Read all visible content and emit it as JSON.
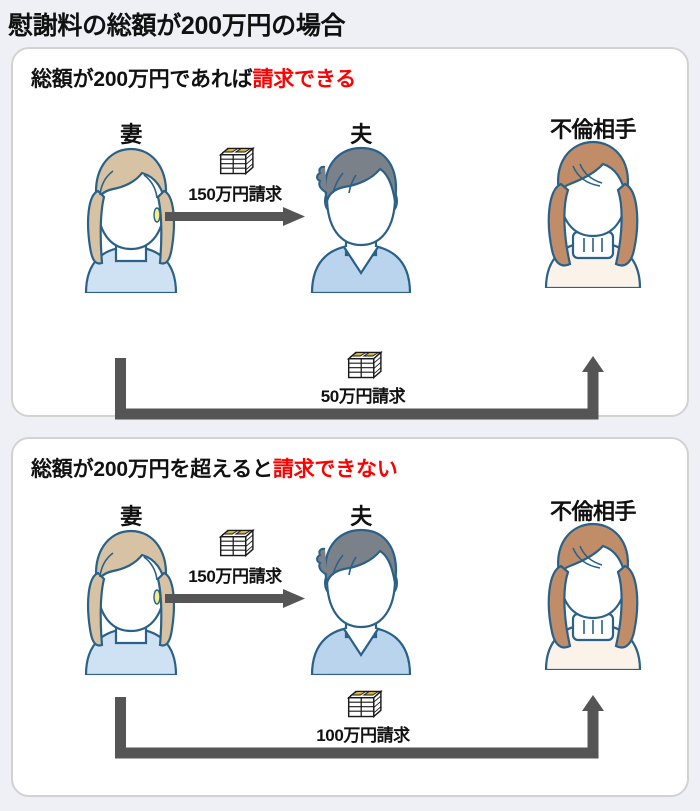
{
  "title": "慰謝料の総額が200万円の場合",
  "colors": {
    "background": "#eef0f5",
    "panel_bg": "#ffffff",
    "panel_border": "#d2d2d2",
    "text": "#111111",
    "highlight": "#ff0000",
    "arrow": "#555555",
    "wife_hair": "#d7c3a3",
    "husband_hair": "#7b8189",
    "partner_hair": "#c08d68",
    "wife_top": "#cfe2f3",
    "husband_top": "#b9d4ec",
    "partner_top": "#fbf2e9",
    "outline": "#2a6189",
    "money_band": "#d6b33c"
  },
  "panels": [
    {
      "id": "panel-1",
      "heading_normal": "総額が200万円であれば",
      "heading_highlight": "請求できる",
      "people": [
        {
          "label": "妻",
          "role": "wife",
          "icon": "wife-avatar-icon"
        },
        {
          "label": "夫",
          "role": "husband",
          "icon": "husband-avatar-icon"
        },
        {
          "label": "不倫相手",
          "role": "affair-partner",
          "icon": "affair-partner-avatar-icon"
        }
      ],
      "flows": [
        {
          "type": "horizontal",
          "from": "妻",
          "to": "夫",
          "label": "150万円請求",
          "money_icon": "money-stack-icon"
        },
        {
          "type": "u-shaped",
          "from": "妻",
          "to": "不倫相手",
          "label": "50万円請求",
          "money_icon": "money-stack-icon"
        }
      ]
    },
    {
      "id": "panel-2",
      "heading_normal": "総額が200万円を超えると",
      "heading_highlight": "請求できない",
      "people": [
        {
          "label": "妻",
          "role": "wife",
          "icon": "wife-avatar-icon"
        },
        {
          "label": "夫",
          "role": "husband",
          "icon": "husband-avatar-icon"
        },
        {
          "label": "不倫相手",
          "role": "affair-partner",
          "icon": "affair-partner-avatar-icon"
        }
      ],
      "flows": [
        {
          "type": "horizontal",
          "from": "妻",
          "to": "夫",
          "label": "150万円請求",
          "money_icon": "money-stack-icon"
        },
        {
          "type": "u-shaped",
          "from": "妻",
          "to": "不倫相手",
          "label": "100万円請求",
          "money_icon": "money-stack-icon"
        }
      ]
    }
  ]
}
